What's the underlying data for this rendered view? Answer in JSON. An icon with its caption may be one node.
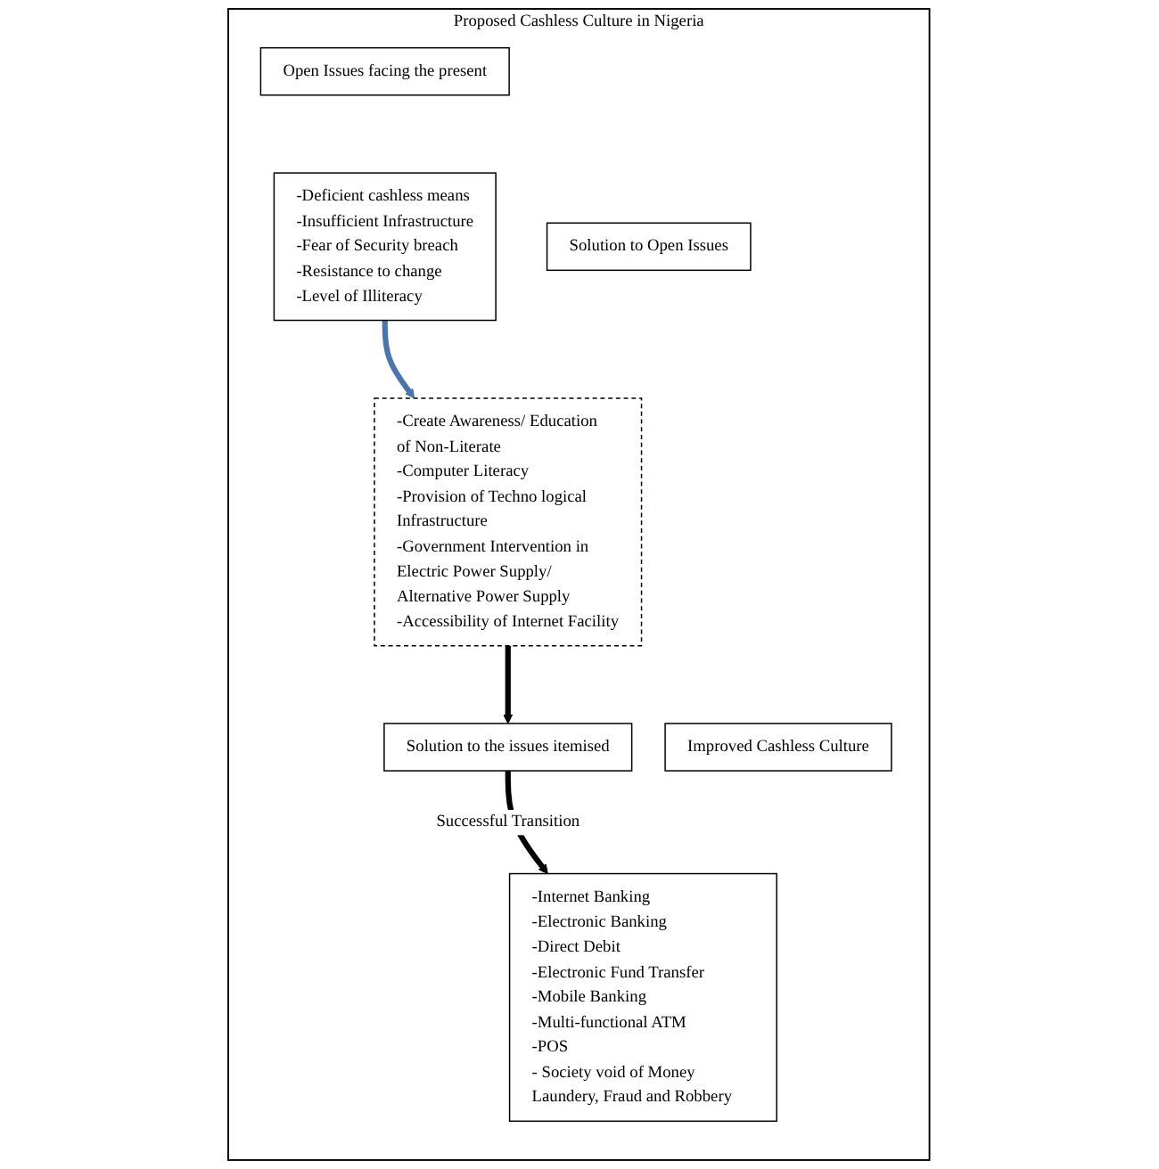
{
  "diagram": {
    "nodes": [
      {
        "text": [
          "Proposed Cashless Culture in Nigeria"
        ]
      },
      {
        "text": [
          "Open Issues facing the present"
        ],
        "in": 0
      },
      {
        "text": [
          "-Deficient cashless means",
          "-Insufficient Infrastructure",
          "-Fear of Security breach",
          "-Resistance to change",
          "-Level of Illiteracy"
        ],
        "in": 0
      },
      {
        "text": [
          "Solution to Open Issues"
        ],
        "in": 0
      },
      {
        "text": [
          "-Create Awareness/ Education of Non-Literate",
          "-Computer Literacy",
          "-Provision of Techno logical Infrastructure",
          "-Government Intervention in Electric Power Supply/ Alternative Power Supply",
          "-Accessibility of Internet Facility"
        ],
        "in": 0
      },
      {
        "text": [
          "Improved Cashless Culture"
        ],
        "in": 0
      },
      {
        "text": [
          "-Internet Banking",
          "-Electronic Banking",
          "-Direct Debit",
          "-Electronic Fund Transfer",
          "-Mobile Banking",
          "-Multi-functional ATM",
          "-POS",
          "- Society void of Money Laundery, Fraud and Robbery"
        ],
        "in": 0
      },
      {
        "text": [
          "Solution to the issues itemised"
        ],
        "in": 0
      }
    ],
    "edges": [
      {
        "from": 2,
        "to": 4,
        "arrow": "to",
        "color": "#4a76ad"
      },
      {
        "from": 4,
        "to": 7,
        "arrow": "to"
      },
      {
        "from": 7,
        "to": 6,
        "arrow": "to",
        "label": "Successful Transition"
      }
    ]
  }
}
